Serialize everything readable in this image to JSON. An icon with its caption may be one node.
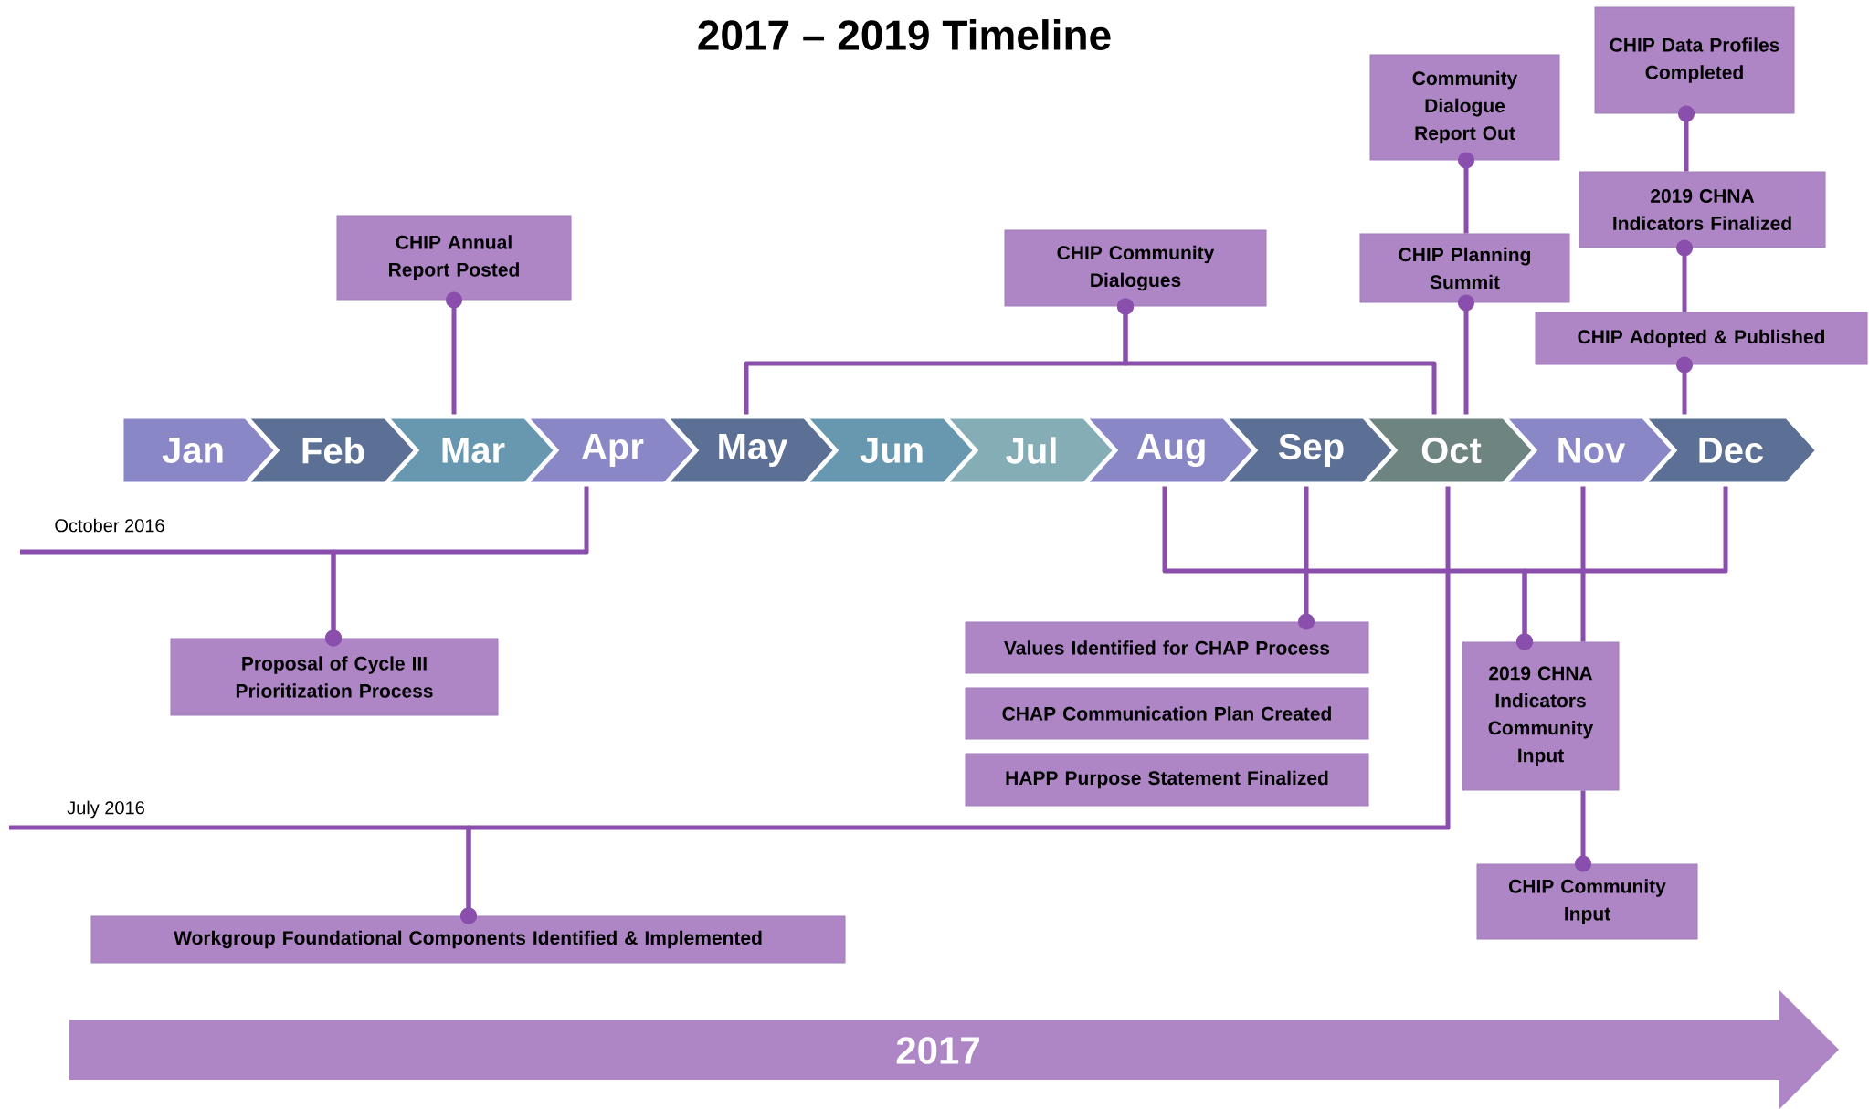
{
  "diagram": {
    "title": "2017 – 2019 Timeline",
    "nodes": [
      {
        "text": [
          "Jan"
        ]
      },
      {
        "text": [
          "Feb"
        ]
      },
      {
        "text": [
          "Mar"
        ]
      },
      {
        "text": [
          "Apr"
        ]
      },
      {
        "text": [
          "May"
        ]
      },
      {
        "text": [
          "Jun"
        ]
      },
      {
        "text": [
          "Jul"
        ]
      },
      {
        "text": [
          "Aug"
        ]
      },
      {
        "text": [
          "Sep"
        ]
      },
      {
        "text": [
          "Oct"
        ]
      },
      {
        "text": [
          "Nov"
        ]
      },
      {
        "text": [
          "Dec"
        ]
      },
      {
        "text": [
          "CHIP Data Profiles Completed"
        ]
      },
      {
        "text": [
          "Community Dialogue Report Out"
        ]
      },
      {
        "text": [
          "CHIP Annual Report Posted"
        ]
      },
      {
        "text": [
          "CHIP Community Dialogues"
        ]
      },
      {
        "text": [
          "CHIP Planning Summit"
        ]
      },
      {
        "text": [
          "2019 CHNA Indicators Finalized"
        ]
      },
      {
        "text": [
          "CHIP Adopted & Published"
        ]
      },
      {
        "text": [
          "Proposal of Cycle III Prioritization Process"
        ]
      },
      {
        "text": [
          "Values Identified for CHAP Process"
        ]
      },
      {
        "text": [
          "2019 CHNA Indicators Community Input"
        ]
      },
      {
        "text": [
          "CHAP Communication Plan Created"
        ]
      },
      {
        "text": [
          "HAPP Purpose Statement Finalized"
        ]
      },
      {
        "text": [
          "CHIP Community Input"
        ]
      },
      {
        "text": [
          "Workgroup Foundational Components Identified & Implemented"
        ]
      },
      {
        "text": [
          "2017"
        ]
      }
    ],
    "edges": [
      {
        "from": 2,
        "to": 14,
        "arrow": "other"
      },
      {
        "from": 4,
        "to": 15,
        "arrow": "other"
      },
      {
        "from": 9,
        "to": 15,
        "arrow": "other"
      },
      {
        "from": 9,
        "to": 16,
        "arrow": "other"
      },
      {
        "from": 16,
        "to": 13,
        "arrow": "other"
      },
      {
        "from": 11,
        "to": 18,
        "arrow": "other"
      },
      {
        "from": 18,
        "to": 17,
        "arrow": "other"
      },
      {
        "from": 17,
        "to": 12,
        "arrow": "other"
      },
      {
        "from": null,
        "to": 19,
        "arrow": "other"
      },
      {
        "from": 3,
        "to": 19,
        "arrow": "other"
      },
      {
        "from": null,
        "to": 25,
        "arrow": "other"
      },
      {
        "from": 9,
        "to": 25,
        "arrow": "other"
      },
      {
        "from": 8,
        "to": 20,
        "arrow": "other"
      },
      {
        "from": 7,
        "to": 21,
        "arrow": "other"
      },
      {
        "from": 11,
        "to": 21,
        "arrow": "other"
      },
      {
        "from": 10,
        "to": 21,
        "arrow": "none"
      },
      {
        "from": 21,
        "to": 24,
        "arrow": "other"
      }
    ],
    "labels": [
      "October 2016",
      "July 2016"
    ]
  }
}
